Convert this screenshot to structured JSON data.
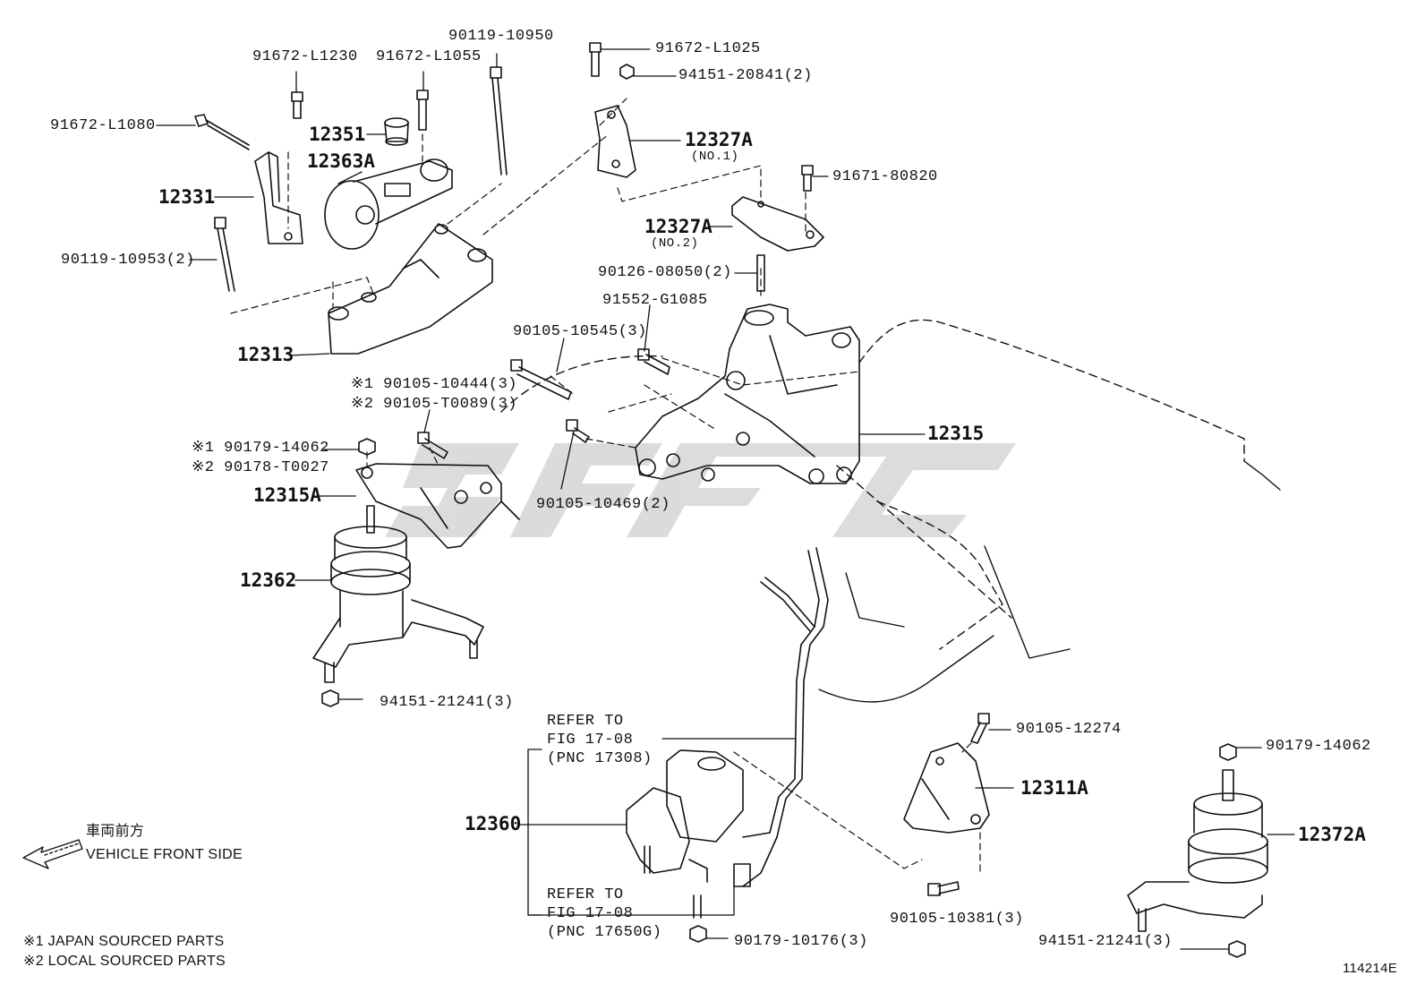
{
  "diagram_id": "114214E",
  "watermark": "SFC",
  "direction": {
    "japanese": "車両前方",
    "english": "VEHICLE FRONT SIDE"
  },
  "legend": [
    "※1 JAPAN SOURCED PARTS",
    "※2 LOCAL SOURCED PARTS"
  ],
  "labels": {
    "p90119_10950": "90119-10950",
    "p91672_L1230": "91672-L1230",
    "p91672_L1055": "91672-L1055",
    "p91672_L1080": "91672-L1080",
    "p12351": "12351",
    "p12363A": "12363A",
    "p12331": "12331",
    "p90119_10953": "90119-10953(2)",
    "p12313": "12313",
    "p91672_L1025": "91672-L1025",
    "p94151_20841": "94151-20841(2)",
    "p12327A_1": "12327A",
    "p12327A_1_note": "(NO.1)",
    "p91671_80820": "91671-80820",
    "p12327A_2": "12327A",
    "p12327A_2_note": "(NO.2)",
    "p90126_08050": "90126-08050(2)",
    "p91552_G1085": "91552-G1085",
    "p90105_10545": "90105-10545(3)",
    "p90105_10444": "※1 90105-10444(3)",
    "p90105_T0089": "※2 90105-T0089(3)",
    "p12315": "12315",
    "p90179_14062_a": "※1 90179-14062",
    "p90178_T0027": "※2 90178-T0027",
    "p12315A": "12315A",
    "p90105_10469": "90105-10469(2)",
    "p12362": "12362",
    "p94151_21241_a": "94151-21241(3)",
    "refer1_a": "REFER TO",
    "refer1_b": "FIG 17-08",
    "refer1_c": "(PNC 17308)",
    "p12360": "12360",
    "refer2_a": "REFER TO",
    "refer2_b": "FIG 17-08",
    "refer2_c": "(PNC 17650G)",
    "p90179_10176": "90179-10176(3)",
    "p90105_12274": "90105-12274",
    "p12311A": "12311A",
    "p90105_10381": "90105-10381(3)",
    "p90179_14062_b": "90179-14062",
    "p12372A": "12372A",
    "p94151_21241_b": "94151-21241(3)"
  }
}
